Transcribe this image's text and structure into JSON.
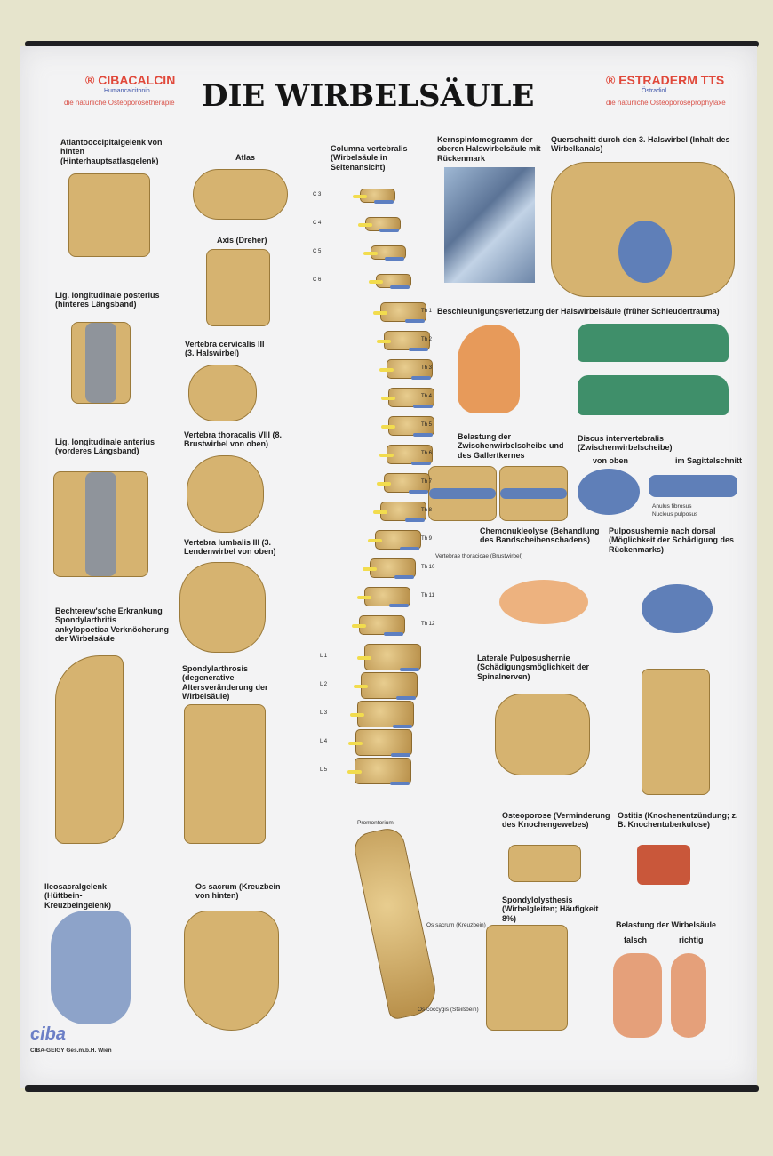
{
  "poster": {
    "title": "DIE WIRBELSÄULE",
    "left_brand": {
      "name": "® CIBACALCIN",
      "sub": "Humancalcitonin",
      "tagline": "die natürliche Osteoporosetherapie"
    },
    "right_brand": {
      "name": "® ESTRADERM TTS",
      "sub": "Östradiol",
      "tagline": "die natürliche Osteoporoseprophylaxe"
    },
    "sections": {
      "atlantooccipital": "Atlantooccipitalgelenk von hinten (Hinterhauptsatlasgelenk)",
      "atlas": "Atlas",
      "axis": "Axis (Dreher)",
      "columna": "Columna vertebralis (Wirbelsäule in Seitenansicht)",
      "mri": "Kernspintomogramm der oberen Halswirbelsäule mit Rückenmark",
      "querschnitt": "Querschnitt durch den 3. Halswirbel (Inhalt des Wirbelkanals)",
      "lig_post": "Lig. longitudinale posterius (hinteres Längsband)",
      "cervical": "Vertebra cervicalis III (3. Halswirbel)",
      "whiplash": "Beschleunigungsverletzung der Halswirbelsäule (früher Schleudertrauma)",
      "lig_ant": "Lig. longitudinale anterius (vorderes Längsband)",
      "thoracic": "Vertebra thoracalis VIII (8. Brustwirbel von oben)",
      "belastung_disc": "Belastung der Zwischenwirbelscheibe und des Gallertkernes",
      "discus": "Discus intervertebralis (Zwischenwirbelscheibe)",
      "discus_top": "von oben",
      "discus_sag": "im Sagittalschnitt",
      "lumbar": "Vertebra lumbalis III (3. Lendenwirbel von oben)",
      "chemo": "Chemonukleolyse (Behandlung des Bandscheibenschadens)",
      "dorsal": "Pulposushernie nach dorsal (Möglichkeit der Schädigung des Rückenmarks)",
      "bechterew": "Bechterew'sche Erkrankung Spondylarthritis ankylopoetica Verknöcherung der Wirbelsäule",
      "spondylarthrosis": "Spondylarthrosis (degenerative Altersveränderung der Wirbelsäule)",
      "lateral": "Laterale Pulposushernie (Schädigungsmöglichkeit der Spinalnerven)",
      "osteoporose": "Osteoporose (Verminderung des Knochengewebes)",
      "ostitis": "Ostitis (Knochenentzündung; z. B. Knochentuberkulose)",
      "ileosacral": "Ileosacralgelenk (Hüftbein-Kreuzbeingelenk)",
      "sacrum": "Os sacrum (Kreuzbein von hinten)",
      "spondylolysthesis": "Spondylolysthesis (Wirbelgleiten; Häufigkeit 8%)",
      "belastung_ws": "Belastung der Wirbelsäule",
      "falsch": "falsch",
      "richtig": "richtig"
    },
    "spine_labels": {
      "cervical": [
        "C 3",
        "C 4",
        "C 5",
        "C 6"
      ],
      "thoracic": [
        "Th 1",
        "Th 2",
        "Th 3",
        "Th 4",
        "Th 5",
        "Th 6",
        "Th 7",
        "Th 8",
        "Th 9",
        "Th 10",
        "Th 11",
        "Th 12"
      ],
      "lumbar": [
        "L 1",
        "L 2",
        "L 3",
        "L 4",
        "L 5"
      ]
    },
    "labels": {
      "promontorium": "Promontorium",
      "os_sacrum": "Os sacrum (Kreuzbein)",
      "os_coccygis": "Os coccygis (Steißbein)",
      "vert_thoracicae": "Vertebrae thoracicae (Brustwirbel)",
      "annulus": "Anulus fibrosus",
      "nucleus": "Nucleus pulposus"
    },
    "logo": "ciba",
    "publisher": "CIBA-GEIGY Ges.m.b.H. Wien"
  }
}
